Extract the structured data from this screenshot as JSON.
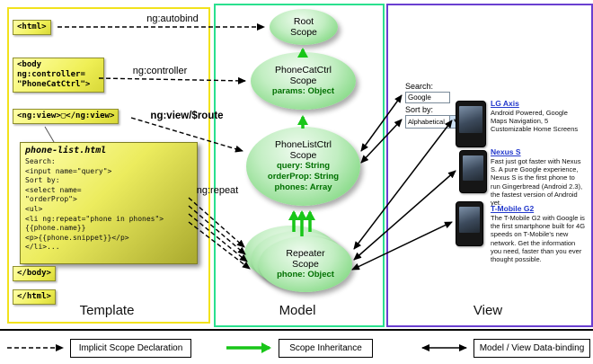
{
  "columns": {
    "template": {
      "label": "Template"
    },
    "model": {
      "label": "Model"
    },
    "view": {
      "label": "View"
    }
  },
  "template": {
    "html_open": "<html>",
    "body_open": "<body\nng:controller=\n\"PhoneCatCtrl\">",
    "ng_view": "<ng:view>▢</ng:view>",
    "phone_list_title": "phone-list.html",
    "code_lines": [
      "Search:",
      "<input name=\"query\">",
      "Sort by:",
      "<select name=",
      "\"orderProp\">",
      "<ul>",
      "<li ng:repeat=\"phone in phones\">",
      "{{phone.name}}",
      "<p>{{phone.snippet}}</p>",
      "</li>..."
    ],
    "body_close": "</body>",
    "html_close": "</html>"
  },
  "arrow_labels": {
    "autobind": "ng:autobind",
    "controller": "ng:controller",
    "view_route": "ng:view/$route",
    "repeat": "ng:repeat"
  },
  "scopes": {
    "root": {
      "title": "Root\nScope"
    },
    "phonecat": {
      "title": "PhoneCatCtrl\nScope",
      "prop1": "params: Object"
    },
    "phonelist": {
      "title": "PhoneListCtrl\nScope",
      "prop1": "query: String",
      "prop2": "orderProp: String",
      "prop3": "phones: Array"
    },
    "repeater": {
      "title": "Repeater\nScope",
      "prop1": "phone: Object"
    }
  },
  "view": {
    "search_label": "Search:",
    "search_value": "Google",
    "sort_label": "Sort by:",
    "sort_value": "Alphabetical",
    "phones": [
      {
        "name": "LG Axis",
        "description": "Android Powered, Google Maps Navigation, 5 Customizable Home Screens"
      },
      {
        "name": "Nexus S",
        "description": "Fast just got faster with Nexus S. A pure Google experience, Nexus S is the first phone to run Gingerbread (Android 2.3), the fastest version of Android yet."
      },
      {
        "name": "T-Mobile G2",
        "description": "The T-Mobile G2 with Google is the first smartphone built for 4G speeds on T-Mobile's new network. Get the information you need, faster than you ever thought possible."
      }
    ]
  },
  "legend": {
    "implicit": "Implicit Scope Declaration",
    "inheritance": "Scope Inheritance",
    "binding": "Model / View Data-binding"
  }
}
